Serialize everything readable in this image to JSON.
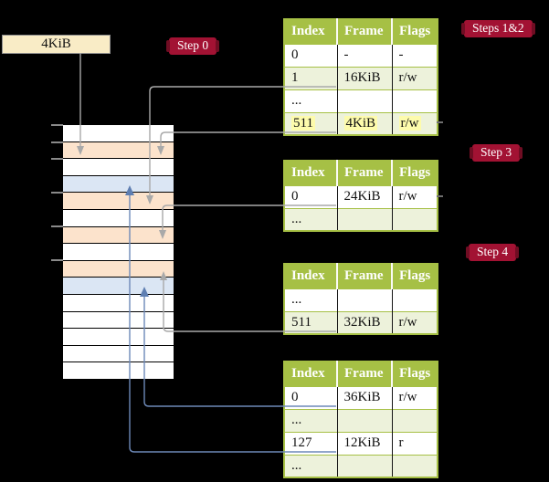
{
  "source_box": {
    "label": "4KiB"
  },
  "badges": [
    {
      "label": "Step 0"
    },
    {
      "label": "Steps 1&2"
    },
    {
      "label": "Step 3"
    },
    {
      "label": "Step 4"
    }
  ],
  "memory": {
    "rows": [
      {
        "kind": "free"
      },
      {
        "kind": "page-table"
      },
      {
        "kind": "free"
      },
      {
        "kind": "mapped"
      },
      {
        "kind": "page-table"
      },
      {
        "kind": "free"
      },
      {
        "kind": "page-table"
      },
      {
        "kind": "free"
      },
      {
        "kind": "page-table"
      },
      {
        "kind": "mapped"
      },
      {
        "kind": "free"
      },
      {
        "kind": "free"
      },
      {
        "kind": "free"
      },
      {
        "kind": "free"
      },
      {
        "kind": "free"
      }
    ]
  },
  "tables": [
    {
      "headers": [
        "Index",
        "Frame",
        "Flags"
      ],
      "rows": [
        {
          "index": "0",
          "frame": "-",
          "flags": "-"
        },
        {
          "index": "1",
          "frame": "16KiB",
          "flags": "r/w"
        },
        {
          "index": "...",
          "frame": "",
          "flags": ""
        },
        {
          "index": "511",
          "frame": "4KiB",
          "flags": "r/w"
        }
      ]
    },
    {
      "headers": [
        "Index",
        "Frame",
        "Flags"
      ],
      "rows": [
        {
          "index": "0",
          "frame": "24KiB",
          "flags": "r/w"
        },
        {
          "index": "...",
          "frame": "",
          "flags": ""
        }
      ]
    },
    {
      "headers": [
        "Index",
        "Frame",
        "Flags"
      ],
      "rows": [
        {
          "index": "...",
          "frame": "",
          "flags": ""
        },
        {
          "index": "511",
          "frame": "32KiB",
          "flags": "r/w"
        }
      ]
    },
    {
      "headers": [
        "Index",
        "Frame",
        "Flags"
      ],
      "rows": [
        {
          "index": "0",
          "frame": "36KiB",
          "flags": "r/w"
        },
        {
          "index": "...",
          "frame": "",
          "flags": ""
        },
        {
          "index": "127",
          "frame": "12KiB",
          "flags": "r"
        },
        {
          "index": "...",
          "frame": "",
          "flags": ""
        }
      ]
    }
  ],
  "colors": {
    "background": "#000000",
    "table_header_green": "#a6c045",
    "table_shaded_row": "#edf2db",
    "highlight_yellow": "#fdfbac",
    "page_table_frame_peach": "#fce3cc",
    "mapped_frame_blue": "#dbe6f4",
    "badge_crimson": "#a21233",
    "source_box_cream": "#f9ecc6",
    "arrow_gray": "#a9a9a9",
    "arrow_blue": "#6d89b8"
  }
}
